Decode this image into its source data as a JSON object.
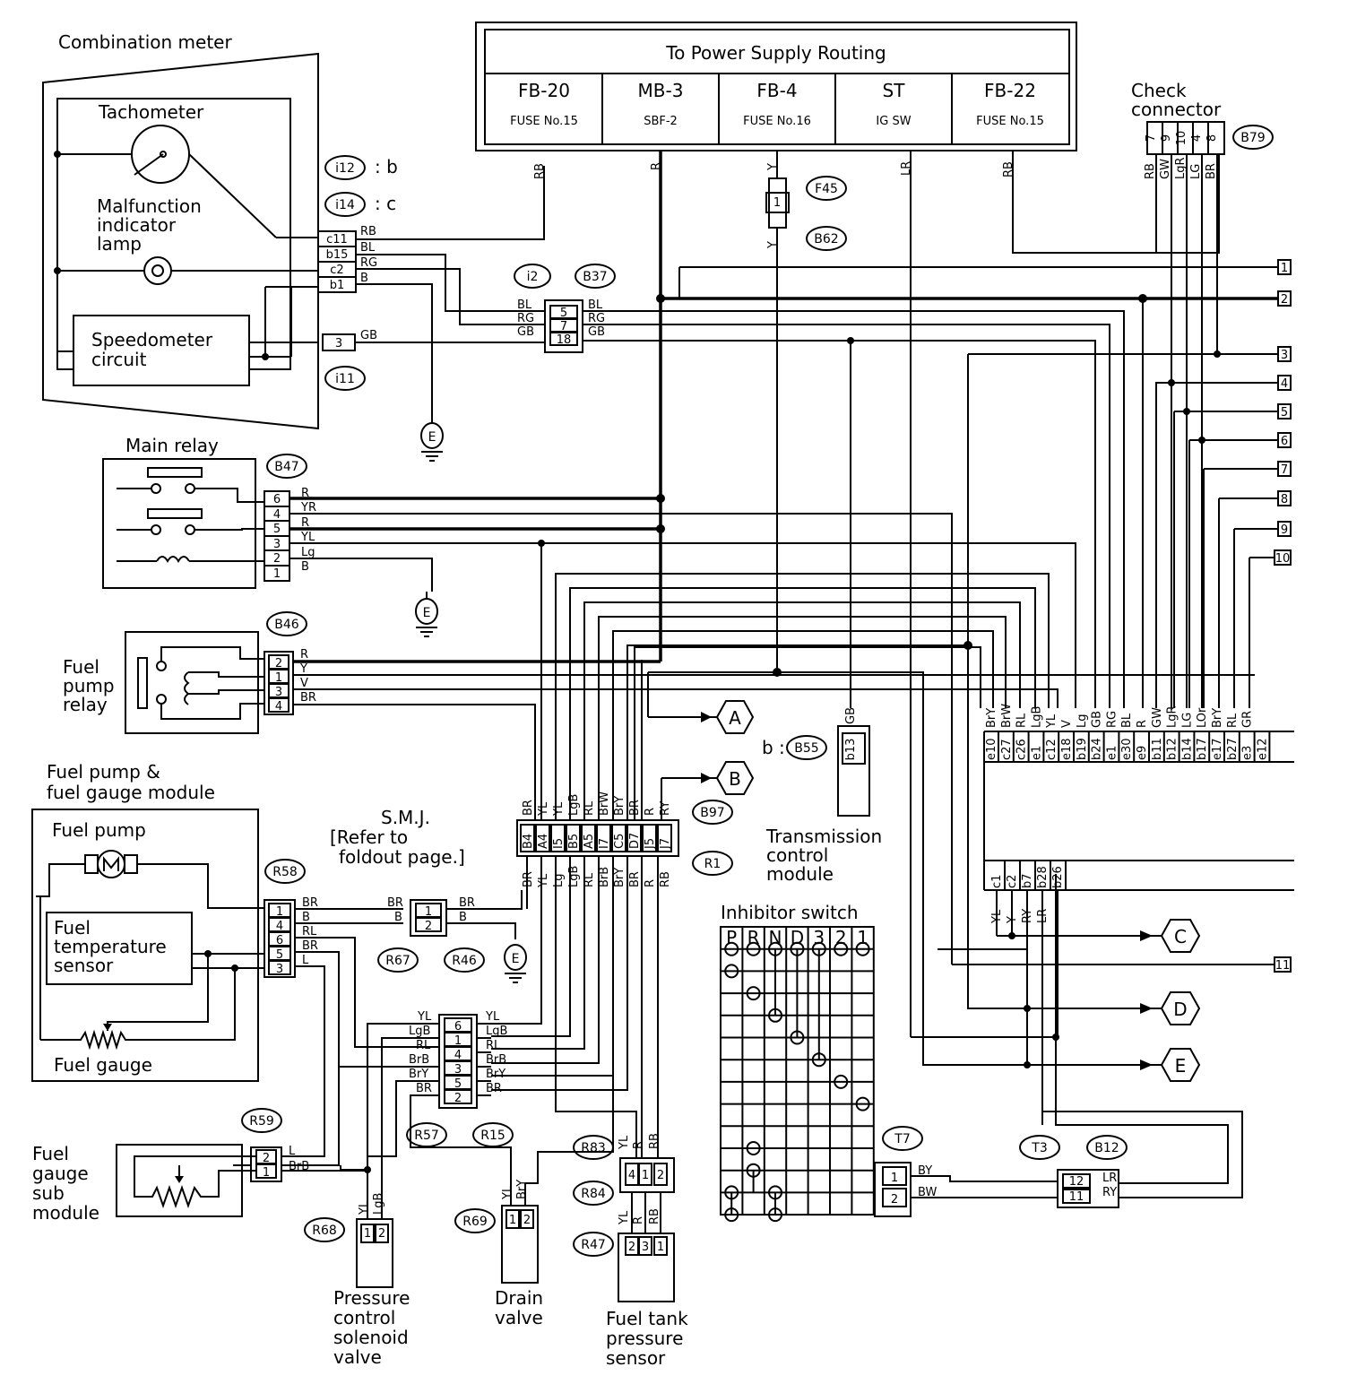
{
  "power": {
    "title": "To Power Supply Routing",
    "cols": [
      {
        "id": "FB-20",
        "sub": "FUSE No.15"
      },
      {
        "id": "MB-3",
        "sub": "SBF-2"
      },
      {
        "id": "FB-4",
        "sub": "FUSE No.16"
      },
      {
        "id": "ST",
        "sub": "IG SW"
      },
      {
        "id": "FB-22",
        "sub": "FUSE No.15"
      }
    ]
  },
  "labels": {
    "combination_meter": "Combination meter",
    "tachometer": "Tachometer",
    "mil": [
      "Malfunction",
      "indicator",
      "lamp"
    ],
    "speedometer": [
      "Speedometer",
      "circuit"
    ],
    "main_relay": "Main relay",
    "fuel_pump_relay": [
      "Fuel",
      "pump",
      "relay"
    ],
    "fuel_pump_module": [
      "Fuel pump &",
      "fuel gauge module"
    ],
    "fuel_pump": "Fuel pump",
    "fuel_temp": [
      "Fuel",
      "temperature",
      "sensor"
    ],
    "fuel_gauge": "Fuel gauge",
    "fuel_gauge_sub": [
      "Fuel",
      "gauge",
      "sub",
      "module"
    ],
    "smj": [
      "S.M.J.",
      "[Refer to",
      "foldout page.]"
    ],
    "tcm": [
      "Transmission",
      "control",
      "module"
    ],
    "inhibitor": "Inhibitor switch",
    "pcsv": [
      "Pressure",
      "control",
      "solenoid",
      "valve"
    ],
    "drain": [
      "Drain",
      "valve"
    ],
    "ftps": [
      "Fuel tank",
      "pressure",
      "sensor"
    ],
    "check_connector": [
      "Check",
      "connector"
    ],
    "i12_map": ": b",
    "i14_map": ": c",
    "b55_map": "b :"
  },
  "connectors": {
    "i12": "i12",
    "i14": "i14",
    "i11": "i11",
    "i2": "i2",
    "B37": "B37",
    "B47": "B47",
    "B46": "B46",
    "R58": "R58",
    "R67": "R67",
    "R46": "R46",
    "R59": "R59",
    "R57": "R57",
    "R15": "R15",
    "R68": "R68",
    "R69": "R69",
    "R83": "R83",
    "R84": "R84",
    "R47": "R47",
    "B97": "B97",
    "R1": "R1",
    "F45": "F45",
    "B62": "B62",
    "B55": "B55",
    "B79": "B79",
    "T7": "T7",
    "T3": "T3",
    "B12": "B12"
  },
  "terminals": [
    "A",
    "B",
    "C",
    "D",
    "E"
  ],
  "ground": "E",
  "gear_positions": [
    "P",
    "R",
    "N",
    "D",
    "3",
    "2",
    "1"
  ],
  "ecm_top_pins": [
    "e10",
    "c27",
    "c26",
    "e1",
    "c12",
    "e18",
    "b19",
    "b24",
    "e1",
    "e30",
    "e9",
    "b11",
    "b12",
    "b14",
    "b17",
    "e17",
    "b27",
    "e3",
    "e12"
  ],
  "ecm_top_colors": [
    "BrY",
    "BrW",
    "RL",
    "LgB",
    "YL",
    "V",
    "Lg",
    "GB",
    "RG",
    "BL",
    "R",
    "GW",
    "LgR",
    "LG",
    "LOr",
    "BrY",
    "RL",
    "GR"
  ],
  "tcm_pins": [
    "c1",
    "c2",
    "b7",
    "b28",
    "b26"
  ],
  "tcm_colors": [
    "YL",
    "Y",
    "RY",
    "LR"
  ],
  "smj_pins_top": [
    "B4",
    "A4",
    "I5",
    "B5",
    "A5",
    "I7",
    "C5",
    "D7",
    "J5",
    "J7"
  ],
  "smj_colors_top": [
    "BR",
    "YL",
    "YL",
    "LgB",
    "RL",
    "BrW",
    "BrY",
    "BR",
    "R",
    "RY"
  ],
  "smj_colors_bottom": [
    "BR",
    "YL",
    "Lg",
    "LgB",
    "RL",
    "BrB",
    "BrY",
    "BR",
    "R",
    "RB"
  ],
  "check_pins": [
    "7",
    "9",
    "10",
    "4",
    "8"
  ],
  "check_colors": [
    "RB",
    "GW",
    "LgR",
    "LG",
    "BR"
  ],
  "right_refs": [
    "1",
    "2",
    "3",
    "4",
    "5",
    "6",
    "7",
    "8",
    "9",
    "10",
    "11"
  ]
}
